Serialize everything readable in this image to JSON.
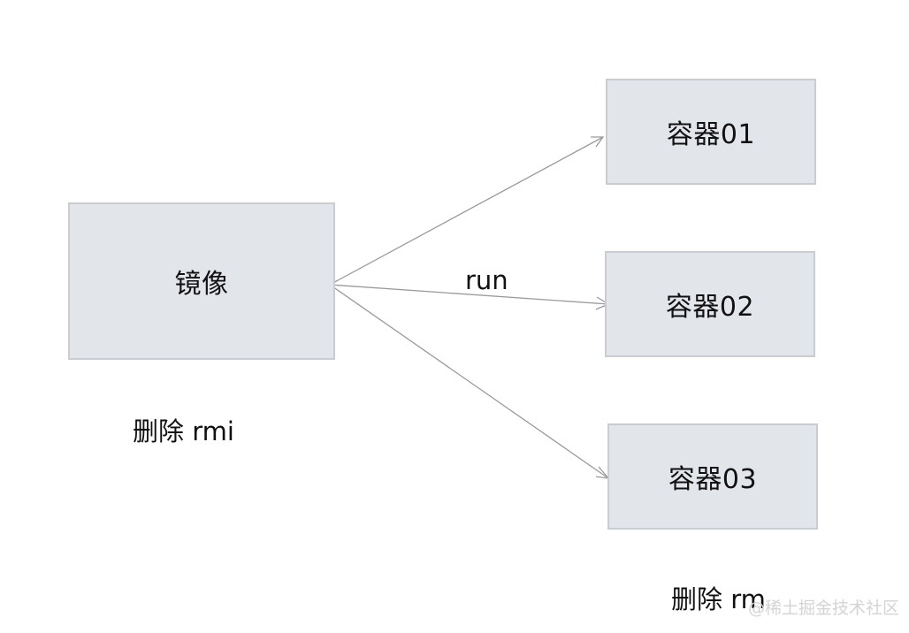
{
  "nodes": {
    "image": "镜像",
    "containers": [
      "容器01",
      "容器02",
      "容器03"
    ]
  },
  "edge_label": "run",
  "notes": {
    "image_delete": "删除 rmi",
    "container_delete": "删除 rm"
  },
  "watermark": "@稀土掘金技术社区",
  "colors": {
    "box_fill": "#e2e5ea",
    "box_border": "#c9cdd3",
    "arrow": "#9a9a9a",
    "text": "#111111"
  }
}
